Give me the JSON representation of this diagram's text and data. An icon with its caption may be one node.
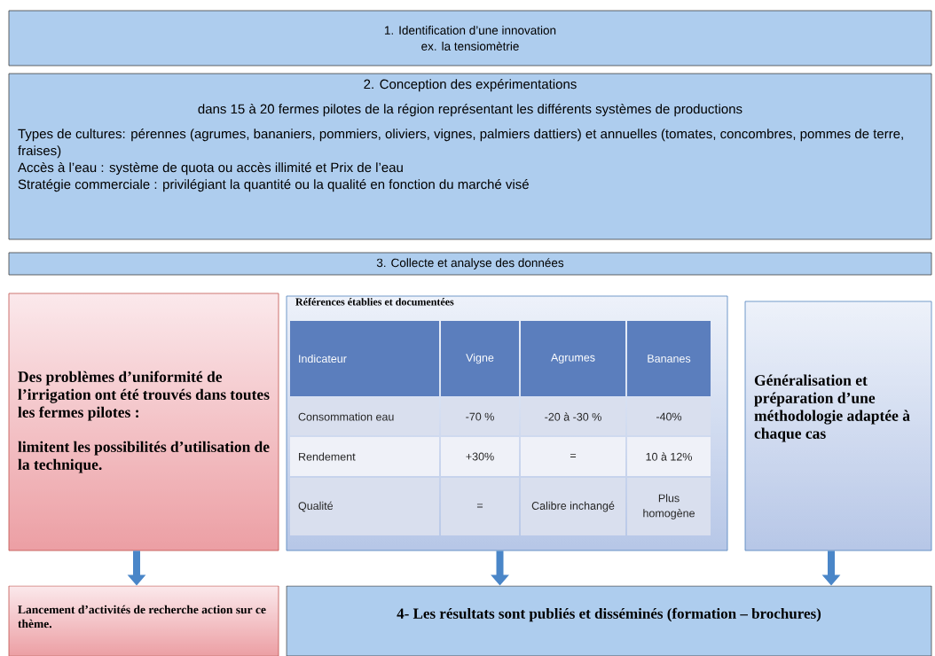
{
  "diagram": {
    "nodes": [
      {
        "text": [
          "1. Identification d’une innovation",
          "ex. la tensiomètrie"
        ]
      },
      {
        "text": [
          "2. Conception des expérimentations",
          "dans 15 à 20 fermes pilotes de la région représentant les différents systèmes de productions",
          "Types de cultures: pérennes (agrumes, bananiers, pommiers, oliviers, vignes, palmiers dattiers) et annuelles (tomates, concombres, pommes de terre, fraises)",
          "Accès à l’eau : système de quota ou accès illimité et Prix de l’eau",
          "Stratégie commerciale : privilégiant la quantité ou la qualité en fonction du marché visé"
        ]
      },
      {
        "text": [
          "3. Collecte et analyse des données"
        ]
      },
      {
        "text": [
          "Des problèmes d’uniformité de l’irrigation ont été trouvés dans toutes les fermes pilotes :",
          "limitent les possibilités d’utilisation de la technique."
        ]
      },
      {
        "text": [
          "Références établies et documentées"
        ]
      },
      {
        "text": [
          "Généralisation et préparation d’une méthodologie adaptée à chaque cas"
        ]
      },
      {
        "text": [
          "Lancement d’activités de recherche action sur ce thème."
        ]
      },
      {
        "text": [
          "4- Les résultats sont publiés et disséminés (formation – brochures)"
        ]
      }
    ],
    "edges": [
      {
        "from": 3,
        "to": 6,
        "arrow": "to"
      },
      {
        "from": 4,
        "to": 7,
        "arrow": "to"
      },
      {
        "from": 5,
        "to": 7,
        "arrow": "to"
      }
    ],
    "labels": [
      "Indicateur",
      "Vigne",
      "Agrumes",
      "Bananes",
      "Consommation eau",
      "-70 %",
      "-20 à -30 %",
      "-40%",
      "Rendement",
      "+30%",
      "=",
      "10 à 12%",
      "Qualité",
      "=",
      "Calibre inchangé",
      "Plus homogène"
    ]
  }
}
